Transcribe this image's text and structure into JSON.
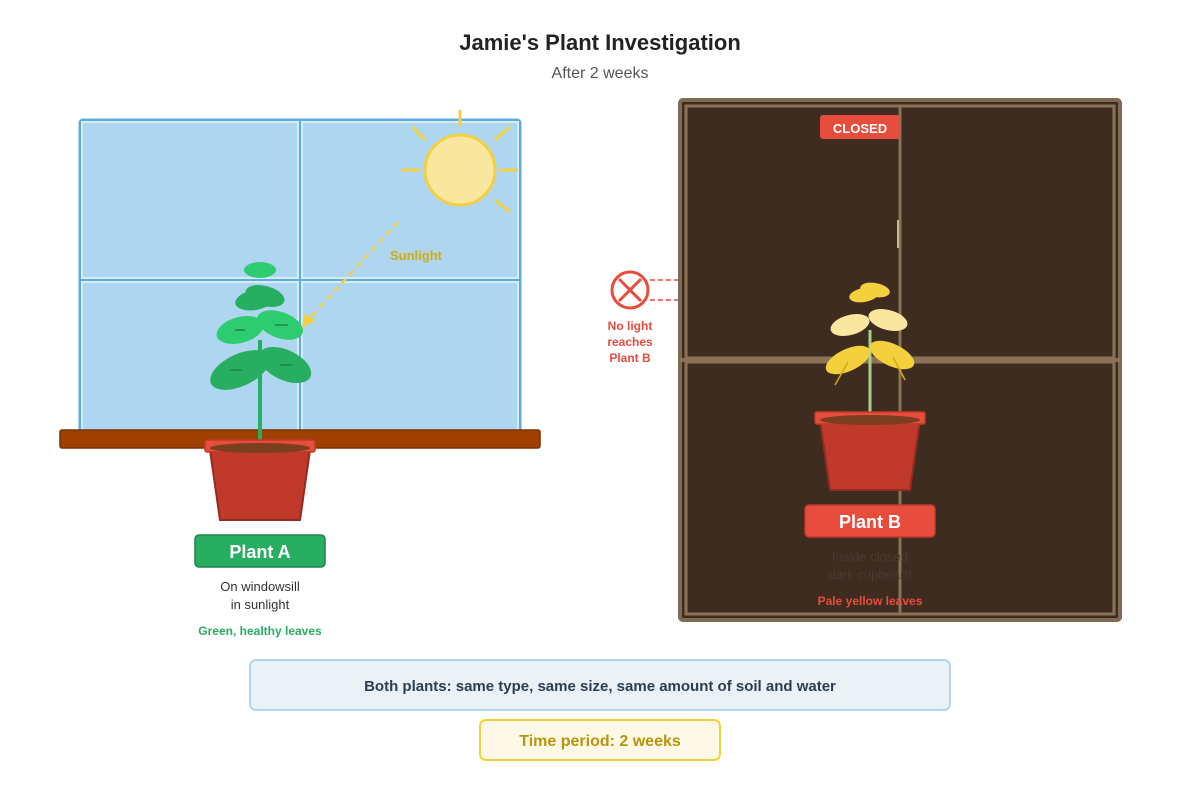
{
  "header": {
    "title": "Jamie's Plant Investigation",
    "subtitle": "After 2 weeks"
  },
  "plant_a": {
    "label": "Plant A",
    "location_line1": "On windowsill",
    "location_line2": "in sunlight",
    "result": "Green, healthy leaves",
    "sunlight_label": "Sunlight",
    "color": "#27ae60"
  },
  "plant_b": {
    "label": "Plant B",
    "location_line1": "Inside closed",
    "location_line2": "dark cupboard",
    "result": "Pale yellow leaves",
    "closed_tag": "CLOSED",
    "no_light_line1": "No light",
    "no_light_line2": "reaches",
    "no_light_line3": "Plant B",
    "color": "#e74c3c"
  },
  "footer": {
    "controls_note": "Both plants: same type, same size, same amount of soil and water",
    "time_period": "Time period: 2 weeks"
  },
  "icons": {
    "sun": "sun-icon",
    "blocked": "x-circle-icon"
  }
}
